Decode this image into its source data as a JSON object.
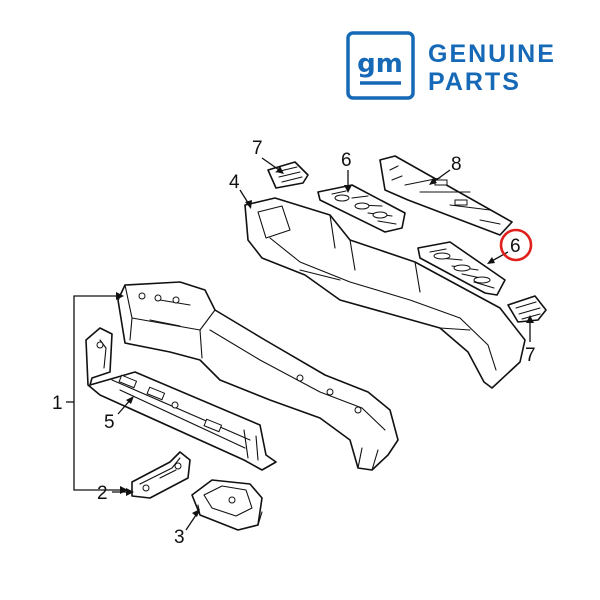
{
  "brand": {
    "logo_text": "gm",
    "word_line1": "GENUINE",
    "word_line2": "PARTS",
    "color": "#1669b6"
  },
  "callouts": {
    "c1": "1",
    "c2": "2",
    "c3": "3",
    "c4": "4",
    "c5": "5",
    "c6_top": "6",
    "c6_highlighted": "6",
    "c7_top": "7",
    "c7_bottom": "7",
    "c8": "8"
  },
  "highlight": {
    "color": "#e0201b",
    "target": "6"
  }
}
